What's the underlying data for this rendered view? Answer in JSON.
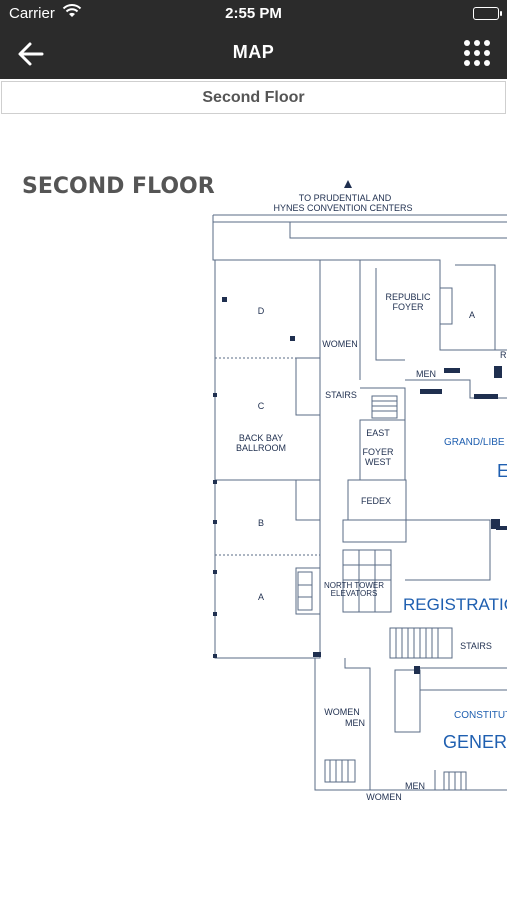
{
  "status": {
    "carrier": "Carrier",
    "time": "2:55 PM"
  },
  "nav": {
    "title": "MAP",
    "back_icon": "arrow-left-icon",
    "menu_icon": "grid-menu-icon"
  },
  "floor_selector": {
    "label": "Second Floor"
  },
  "map": {
    "heading": "SECOND FLOOR",
    "labels": {
      "prudential_1": "TO PRUDENTIAL AND",
      "prudential_2": "HYNES CONVENTION CENTERS",
      "room_d": "D",
      "room_c": "C",
      "room_b": "B",
      "room_a": "A",
      "republic_1": "REPUBLIC",
      "republic_2": "FOYER",
      "room_a_right": "A",
      "women_top": "WOMEN",
      "men_top": "MEN",
      "stairs_top": "STAIRS",
      "back_bay_1": "BACK BAY",
      "back_bay_2": "BALLROOM",
      "east": "EAST",
      "foyer": "FOYER",
      "west": "WEST",
      "grand_liberty": "GRAND/LIBE",
      "grand_e": "E",
      "fedex": "FEDEX",
      "north_tower_1": "NORTH TOWER",
      "north_tower_2": "ELEVATORS",
      "registration": "REGISTRATIO",
      "stairs_mid": "STAIRS",
      "women_bottom": "WOMEN",
      "men_bottom": "MEN",
      "constitution": "CONSTITUT",
      "general": "GENERA",
      "men_lower": "MEN",
      "women_lower": "WOMEN",
      "r_partial": "R"
    }
  },
  "colors": {
    "bar": "#2b2b2b",
    "map_line": "#5a6b85",
    "map_text": "#1f2f4f",
    "accent_blue": "#1f5fb0"
  }
}
